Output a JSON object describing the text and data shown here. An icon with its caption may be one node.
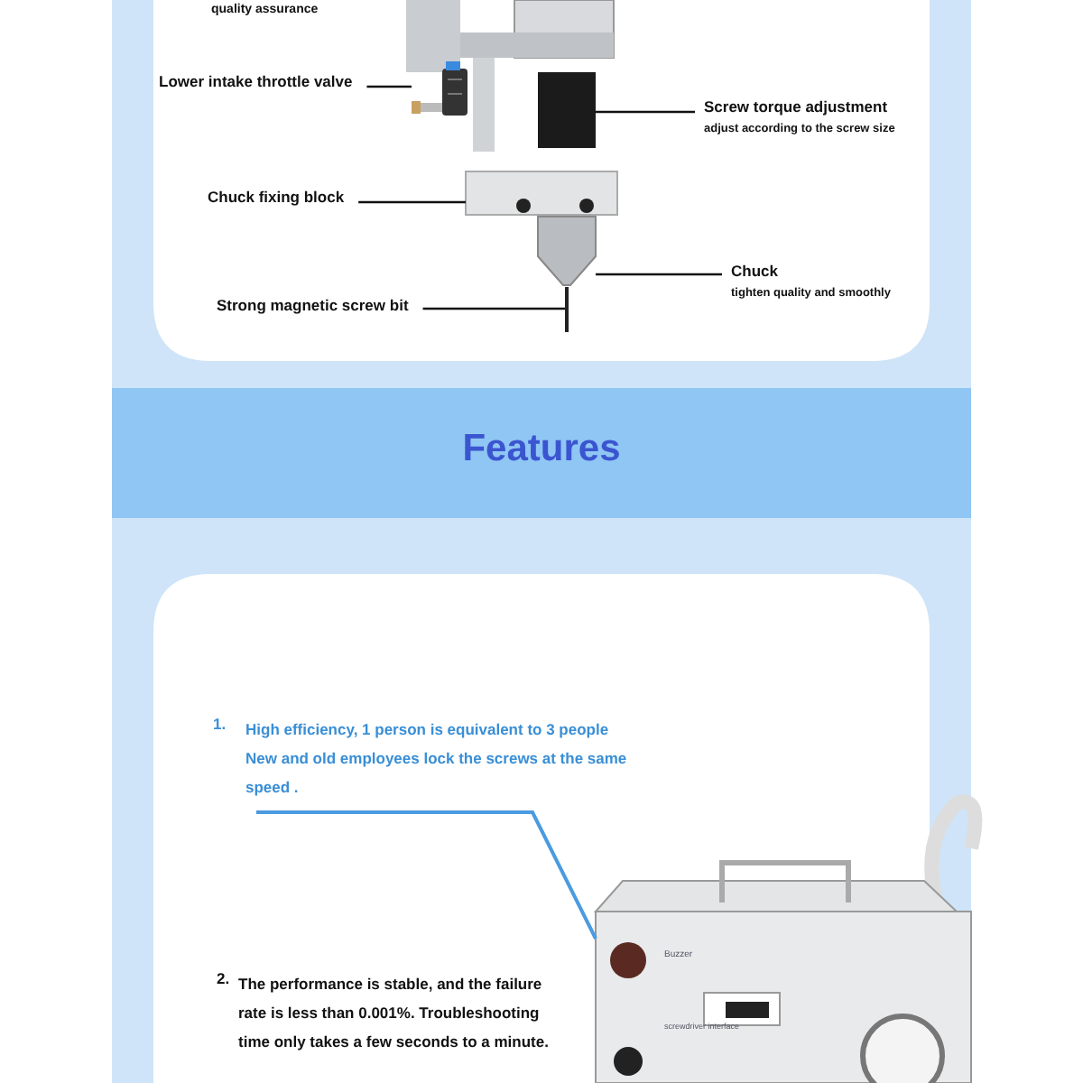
{
  "diagram": {
    "nodes": [
      {
        "text": [
          "Lower intake throttle valve"
        ]
      },
      {
        "text": [
          "Screw torque adjustment",
          "adjust according to the screw size"
        ]
      },
      {
        "text": [
          "Chuck fixing block"
        ]
      },
      {
        "text": [
          "Chuck",
          "tighten quality and smoothly"
        ]
      },
      {
        "text": [
          "Strong magnetic screw bit"
        ]
      },
      {
        "text": [
          "Features"
        ]
      },
      {
        "text": [
          "1.",
          "High efficiency, 1 person is equivalent to 3 people New and old employees lock the screws at the same speed ."
        ]
      },
      {
        "text": [
          "2.",
          "The performance is stable, and the failure rate is less than 0.001%. Troubleshooting time only takes a few seconds to a minute."
        ]
      },
      {
        "text": [],
        "shape": "picture"
      },
      {
        "text": [],
        "shape": "picture"
      },
      {
        "text": [],
        "shape": "picture"
      },
      {
        "text": [],
        "shape": "picture"
      },
      {
        "text": [],
        "shape": "bar"
      },
      {
        "text": [],
        "shape": "picture"
      }
    ],
    "edges": [
      {
        "from": 0,
        "to": 8,
        "arrow": "none"
      },
      {
        "from": 1,
        "to": 9,
        "arrow": "none"
      },
      {
        "from": 2,
        "to": 10,
        "arrow": "none"
      },
      {
        "from": 3,
        "to": 11,
        "arrow": "none"
      },
      {
        "from": 4,
        "to": 12,
        "arrow": "none"
      },
      {
        "from": 6,
        "to": 13,
        "arrow": "none",
        "color": "#4a9be0"
      }
    ],
    "labels": [
      "quality assurance",
      "Buzzer",
      "screwdriver interface"
    ]
  }
}
